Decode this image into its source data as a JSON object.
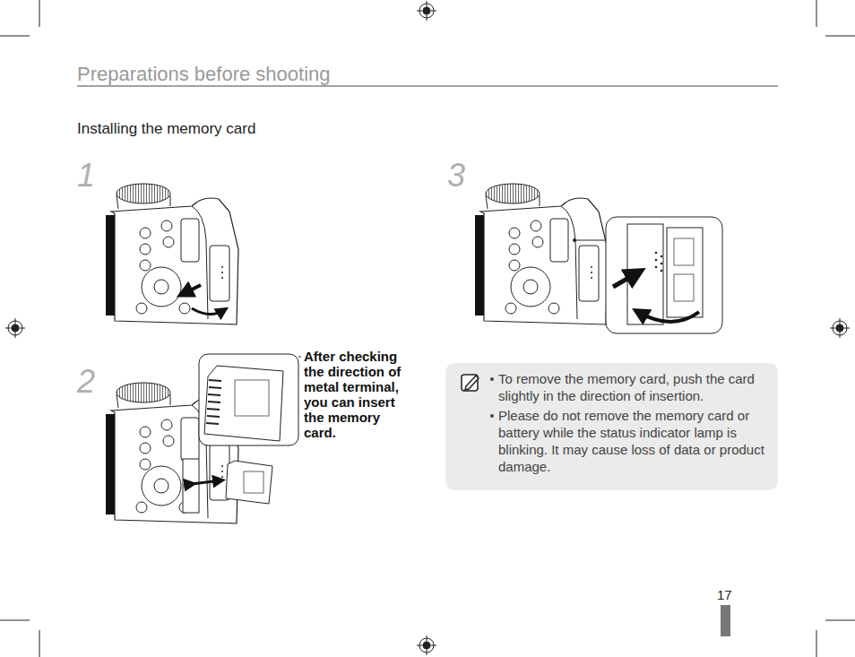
{
  "diagram": {
    "title": "Preparations before shooting",
    "nodes": [
      {
        "text": [
          "To remove the memory card, push the card slightly in the direction of insertion.",
          "Please do not remove the memory card or battery while the status indicator lamp is blinking. It may cause loss of data or product damage."
        ]
      }
    ],
    "labels": [
      "Installing the memory card",
      "1",
      "2",
      "3",
      "After checking the direction of metal terminal, you can insert the memory card.",
      "17"
    ]
  }
}
